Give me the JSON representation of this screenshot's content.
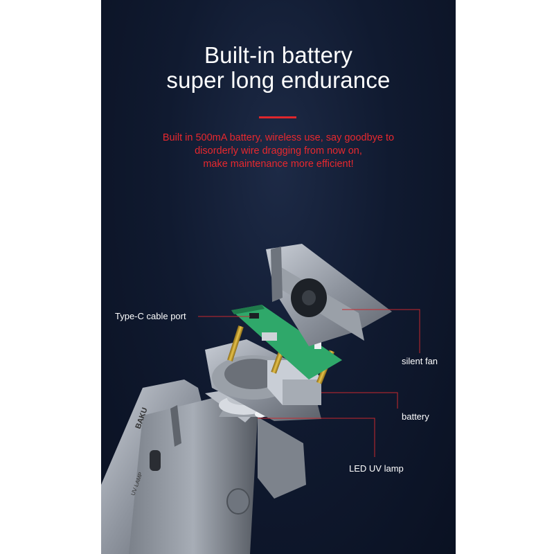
{
  "heading": {
    "line1": "Built-in battery",
    "line2": "super long endurance"
  },
  "description": {
    "line1": "Built in 500mA battery, wireless use, say goodbye to",
    "line2": "disorderly wire dragging from now on,",
    "line3": "make maintenance more efficient!"
  },
  "callouts": {
    "type_c": "Type-C cable port",
    "fan": "silent fan",
    "battery": "battery",
    "led": "LED UV lamp"
  },
  "device": {
    "brand": "BAKU",
    "switch_label": "UV LAMP"
  },
  "colors": {
    "background": "#101a30",
    "accent": "#e0262c",
    "pcb": "#2fa86a",
    "metal": "#8f959f"
  }
}
